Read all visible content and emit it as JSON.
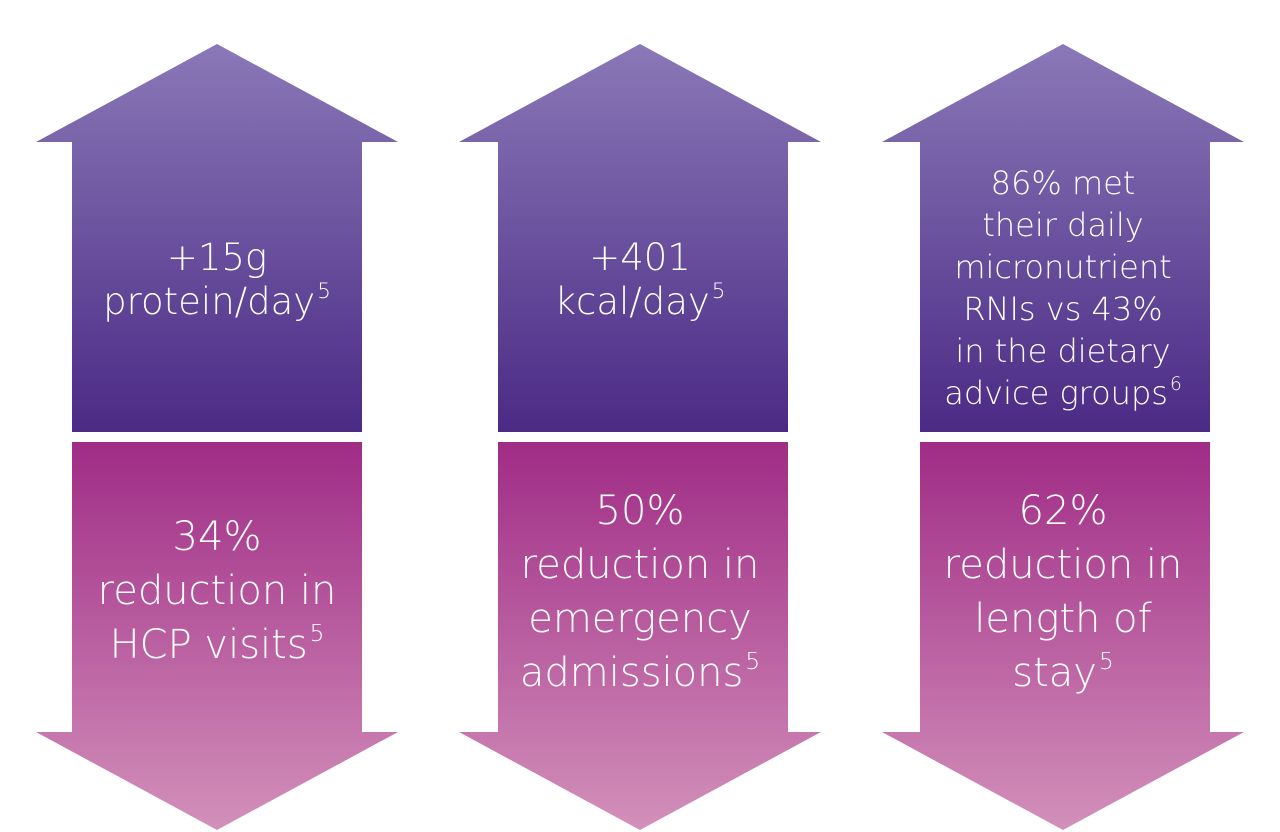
{
  "colors": {
    "up_top": "#8a78b7",
    "up_bottom": "#4b2a85",
    "down_top": "#a02c86",
    "down_bottom": "#d290ba"
  },
  "panels": [
    {
      "up": {
        "lines": [
          "+15g",
          "protein/day"
        ],
        "sup": "5"
      },
      "down": {
        "lines": [
          "34%",
          "reduction in",
          "HCP visits"
        ],
        "sup": "5"
      }
    },
    {
      "up": {
        "lines": [
          "+401",
          "kcal/day"
        ],
        "sup": "5"
      },
      "down": {
        "lines": [
          "50%",
          "reduction in",
          "emergency",
          "admissions"
        ],
        "sup": "5"
      }
    },
    {
      "up": {
        "lines": [
          "86% met",
          "their daily",
          "micronutrient",
          "RNIs vs 43%",
          "in the dietary",
          "advice groups"
        ],
        "sup": "6"
      },
      "down": {
        "lines": [
          "62%",
          "reduction in",
          "length of",
          "stay"
        ],
        "sup": "5"
      }
    }
  ]
}
